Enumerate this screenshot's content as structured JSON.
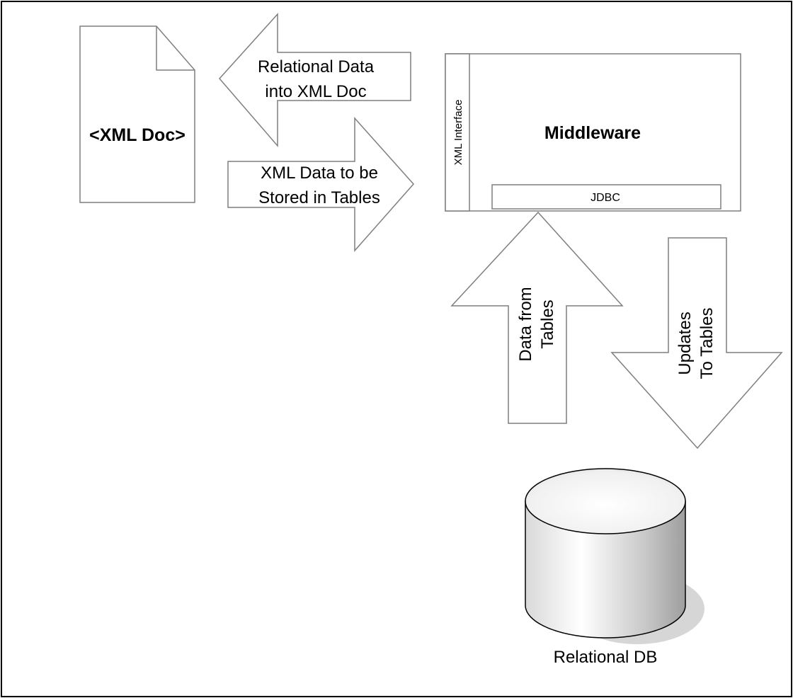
{
  "xml_doc": {
    "label": "<XML Doc>"
  },
  "arrow_to_xml": {
    "line1": "Relational Data",
    "line2": "into XML Doc"
  },
  "arrow_to_middleware": {
    "line1": "XML Data to be",
    "line2": "Stored in Tables"
  },
  "middleware": {
    "title": "Middleware",
    "xml_interface_label": "XML Interface",
    "jdbc_label": "JDBC"
  },
  "arrow_data_from_tables": {
    "line1": "Data from",
    "line2": "Tables"
  },
  "arrow_updates_to_tables": {
    "line1": "Updates",
    "line2": "To Tables"
  },
  "database": {
    "label": "Relational DB"
  },
  "colors": {
    "stroke": "#7f7f7f",
    "frame": "#000000",
    "fill": "#ffffff",
    "db_shadow": "#d6d6d6"
  }
}
